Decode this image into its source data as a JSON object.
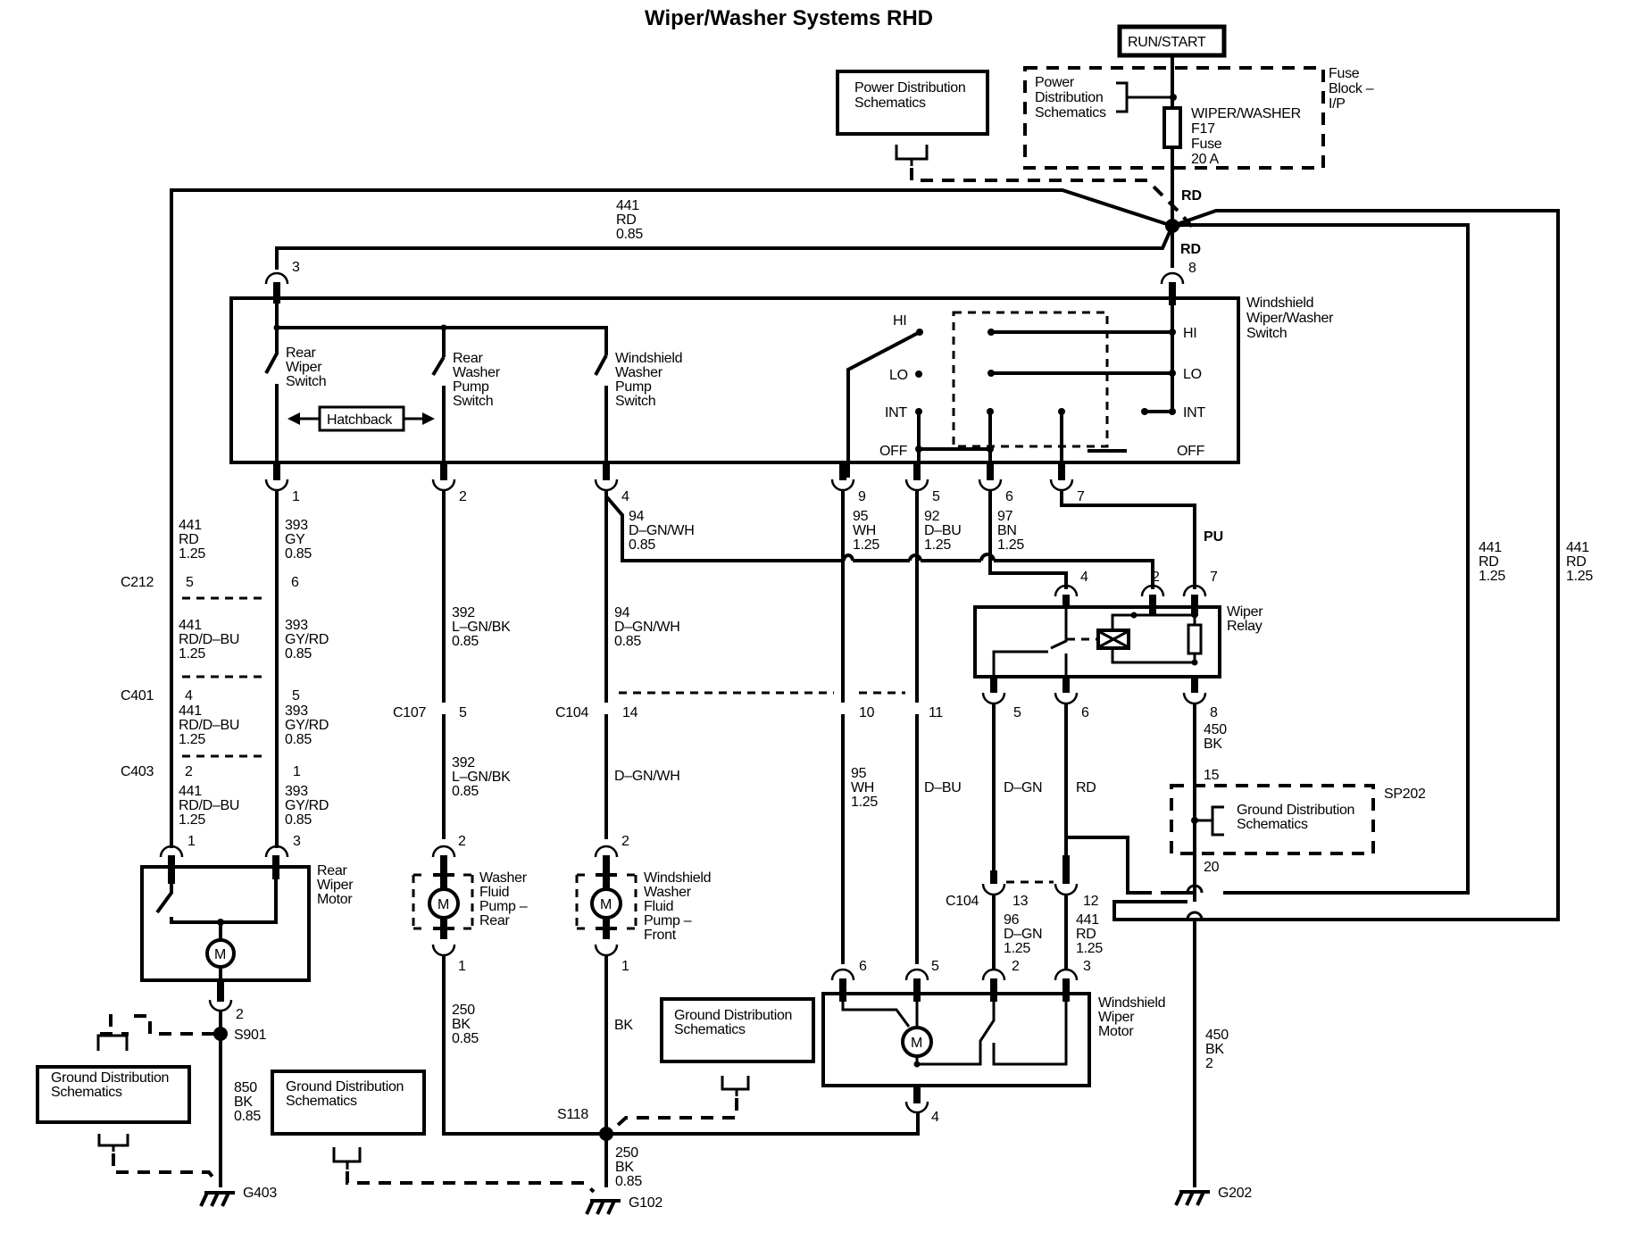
{
  "title": "Wiper/Washer Systems RHD",
  "power": {
    "run_start": "RUN/START",
    "pds_box": [
      "Power Distribution",
      "Schematics"
    ],
    "fuse_block_pds": [
      "Power",
      "Distribution",
      "Schematics"
    ],
    "fuse_name": [
      "WIPER/WASHER",
      "F17",
      "Fuse",
      "20 A"
    ],
    "fuse_block_label": [
      "Fuse",
      "Block –",
      "I/P"
    ],
    "rd_upper": "RD",
    "rd_lower": "RD",
    "pin_8": "8",
    "wire_441_top": [
      "441",
      "RD",
      "0.85"
    ],
    "pin_3": "3"
  },
  "switch": {
    "label": [
      "Windshield",
      "Wiper/Washer",
      "Switch"
    ],
    "rear_wiper": [
      "Rear",
      "Wiper",
      "Switch"
    ],
    "rear_washer": [
      "Rear",
      "Washer",
      "Pump",
      "Switch"
    ],
    "ws_washer": [
      "Windshield",
      "Washer",
      "Pump",
      "Switch"
    ],
    "hatchback": "Hatchback",
    "positions_left": [
      "HI",
      "LO",
      "INT",
      "OFF"
    ],
    "positions_right": [
      "HI",
      "LO",
      "INT",
      "OFF"
    ],
    "pins": [
      "1",
      "2",
      "4",
      "9",
      "5",
      "6",
      "7"
    ]
  },
  "wires": {
    "w441_left": [
      "441",
      "RD",
      "1.25"
    ],
    "w393_top": [
      "393",
      "GY",
      "0.85"
    ],
    "w94_top": [
      "94",
      "D–GN/WH",
      "0.85"
    ],
    "w95_top": [
      "95",
      "WH",
      "1.25"
    ],
    "w92_top": [
      "92",
      "D–BU",
      "1.25"
    ],
    "w97_top": [
      "97",
      "BN",
      "1.25"
    ],
    "pu": "PU",
    "w441_c212": [
      "441",
      "RD/D–BU",
      "1.25"
    ],
    "w393_c212": [
      "393",
      "GY/RD",
      "0.85"
    ],
    "w441_c401": [
      "441",
      "RD/D–BU",
      "1.25"
    ],
    "w393_c401": [
      "393",
      "GY/RD",
      "0.85"
    ],
    "w441_c403": [
      "441",
      "RD/D–BU",
      "1.25"
    ],
    "w393_c403": [
      "393",
      "GY/RD",
      "0.85"
    ],
    "w392_top": [
      "392",
      "L–GN/BK",
      "0.85"
    ],
    "w392_bot": [
      "392",
      "L–GN/BK",
      "0.85"
    ],
    "w94_mid": [
      "94",
      "D–GN/WH",
      "0.85"
    ],
    "dgnwh": "D–GN/WH",
    "w95_mid": [
      "95",
      "WH",
      "1.25"
    ],
    "dbu": "D–BU",
    "dgn": "D–GN",
    "rd": "RD",
    "w450_top": [
      "450",
      "BK"
    ],
    "w96": [
      "96",
      "D–GN",
      "1.25"
    ],
    "w441_motor": [
      "441",
      "RD",
      "1.25"
    ],
    "w441_r1": [
      "441",
      "RD",
      "1.25"
    ],
    "w441_r2": [
      "441",
      "RD",
      "1.25"
    ],
    "w450_bot": [
      "450",
      "BK",
      "2"
    ],
    "w250_left": [
      "250",
      "BK",
      "0.85"
    ],
    "bk": "BK",
    "w250_g102": [
      "250",
      "BK",
      "0.85"
    ],
    "w850": [
      "850",
      "BK",
      "0.85"
    ]
  },
  "connectors": {
    "c212": "C212",
    "c212_pins": [
      "5",
      "6"
    ],
    "c401": "C401",
    "c401_pins": [
      "4",
      "5"
    ],
    "c403": "C403",
    "c403_pins": [
      "2",
      "1"
    ],
    "c107": "C107",
    "c107_pin": "5",
    "c104": "C104",
    "c104_pins": [
      "14",
      "10",
      "11"
    ],
    "c104b": "C104",
    "c104b_pins": [
      "13",
      "12"
    ]
  },
  "relay": {
    "label": [
      "Wiper",
      "Relay"
    ],
    "pins_top": [
      "4",
      "2",
      "7"
    ],
    "pins_bottom": [
      "5",
      "6",
      "8"
    ]
  },
  "sp202": {
    "label": "SP202",
    "gds": [
      "Ground Distribution",
      "Schematics"
    ],
    "pin_15": "15",
    "pin_20": "20"
  },
  "rear_motor": {
    "label": [
      "Rear",
      "Wiper",
      "Motor"
    ],
    "pins": [
      "1",
      "3",
      "2"
    ],
    "m": "M"
  },
  "pump_rear": {
    "label": [
      "Washer",
      "Fluid",
      "Pump –",
      "Rear"
    ],
    "pins": [
      "2",
      "1"
    ],
    "m": "M"
  },
  "pump_front": {
    "label": [
      "Windshield",
      "Washer",
      "Fluid",
      "Pump –",
      "Front"
    ],
    "pins": [
      "2",
      "1"
    ],
    "m": "M"
  },
  "ws_motor": {
    "label": [
      "Windshield",
      "Wiper",
      "Motor"
    ],
    "pins": [
      "6",
      "5",
      "2",
      "3",
      "4"
    ],
    "m": "M"
  },
  "grounds": {
    "s901": "S901",
    "s118": "S118",
    "g403": "G403",
    "g102": "G102",
    "g202": "G202",
    "gds1": [
      "Ground Distribution",
      "Schematics"
    ],
    "gds2": [
      "Ground Distribution",
      "Schematics"
    ],
    "gds3": [
      "Ground Distribution",
      "Schematics"
    ]
  }
}
